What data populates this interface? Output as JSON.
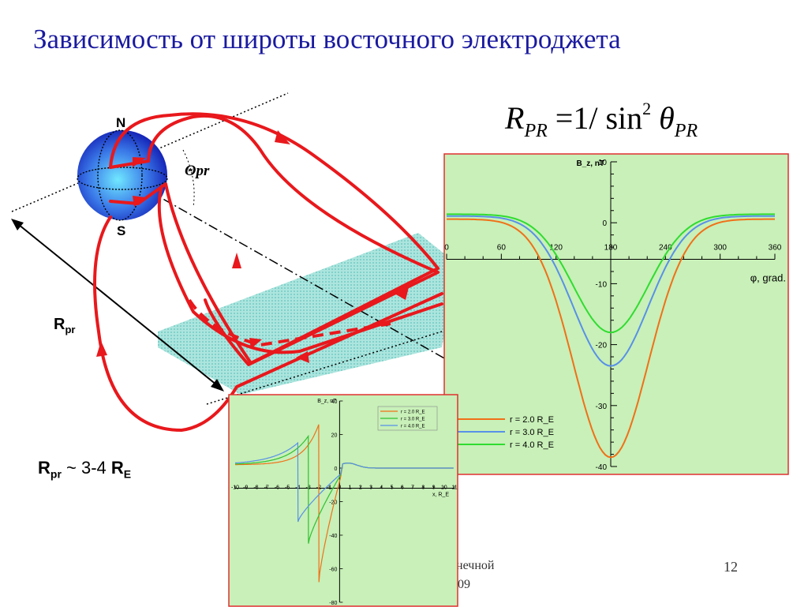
{
  "slide": {
    "title": "Зависимость от широты восточного электроджета",
    "formula": {
      "lhs": "R",
      "lhs_sub": "PR",
      "equals": "=",
      "one": "1/",
      "sin": "sin",
      "exp": "2",
      "theta": "θ",
      "theta_sub": "PR"
    },
    "page_number": "12",
    "footer_partial": "нечной",
    "footer_partial2": "09"
  },
  "diagram": {
    "north_label": "N",
    "south_label": "S",
    "angle_label": "Θpr",
    "rpr_label": "R",
    "rpr_sub": "pr",
    "note_main": "R",
    "note_sub": "pr",
    "note_mid": " ~ 3-4 ",
    "note_re": "R",
    "note_re_sub": "E",
    "colors": {
      "field_line": "#e8181c",
      "earth_core": "#60d8ff",
      "earth_edge": "#1018b0",
      "electrojet_sheet": "#70d0c8"
    }
  },
  "chart_data": [
    {
      "type": "line",
      "ylabel": "B_z, nT",
      "xlabel": "φ, grad.",
      "x_ticks": [
        "0",
        "60",
        "120",
        "180",
        "240",
        "300",
        "360"
      ],
      "y_ticks": [
        "10",
        "0",
        "-10",
        "-20",
        "-30",
        "-40"
      ],
      "xlim": [
        0,
        360
      ],
      "ylim": [
        -40,
        10
      ],
      "background": "#c8f0b8",
      "series": [
        {
          "name": "r = 2.0 R_E",
          "color": "#f07018",
          "min_value": -38.5,
          "edge_value": 0.6
        },
        {
          "name": "r = 3.0 R_E",
          "color": "#5890e8",
          "min_value": -23.5,
          "edge_value": 1.1
        },
        {
          "name": "r = 4.0 R_E",
          "color": "#30dc30",
          "min_value": -18,
          "edge_value": 1.4
        }
      ],
      "legend_position": "bottom-left"
    },
    {
      "type": "line",
      "ylabel": "B_z, nT",
      "xlabel": "x, R_E",
      "x_ticks": [
        "-10",
        "-9",
        "-8",
        "-7",
        "-6",
        "-5",
        "-4",
        "-3",
        "-2",
        "-1",
        "0",
        "1",
        "2",
        "3",
        "4",
        "5",
        "6",
        "7",
        "8",
        "9",
        "10",
        "11"
      ],
      "y_ticks": [
        "40",
        "20",
        "0",
        "-20",
        "-40",
        "-60",
        "-80"
      ],
      "xlim": [
        -10,
        11
      ],
      "ylim": [
        -80,
        40
      ],
      "background": "#c8f0b8",
      "series": [
        {
          "name": "r = 2.0 R_E",
          "color": "#f07018",
          "pole_x": -2.0,
          "peak": 26,
          "trough": -68
        },
        {
          "name": "r = 3.0 R_E",
          "color": "#30c030",
          "pole_x": -3.0,
          "peak": 19,
          "trough": -45
        },
        {
          "name": "r = 4.0 R_E",
          "color": "#5890e8",
          "pole_x": -4.0,
          "peak": 15,
          "trough": -32
        }
      ],
      "legend_position": "top-right"
    }
  ]
}
